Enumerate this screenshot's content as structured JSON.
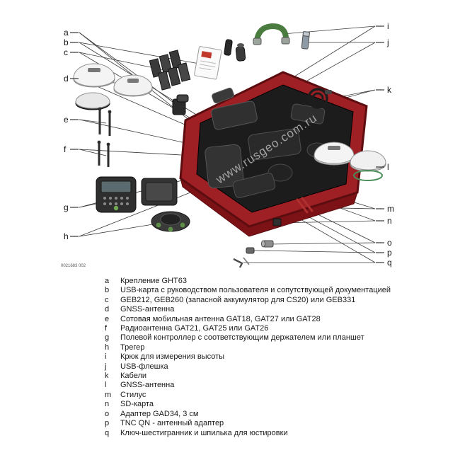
{
  "figure": {
    "number": "0021683 002",
    "watermark": "www.rusgeo.com.ru",
    "left_labels": [
      "a",
      "b",
      "c",
      "d",
      "e",
      "f",
      "g",
      "h"
    ],
    "right_labels": [
      "i",
      "j",
      "k",
      "l",
      "m",
      "n",
      "o",
      "p",
      "q"
    ],
    "colors": {
      "case_red": "#9e1f24",
      "case_red_dark": "#7c1216",
      "foam_black": "#1c1c1c",
      "hook_green": "#4a7c3f",
      "stylus_red": "#b03030"
    }
  },
  "legend": {
    "items": [
      {
        "key": "a",
        "text": "Крепление GHT63"
      },
      {
        "key": "b",
        "text": "USB-карта с руководством пользователя и сопутствующей документацией"
      },
      {
        "key": "c",
        "text": "GEB212, GEB260 (запасной аккумулятор для CS20) или GEB331"
      },
      {
        "key": "d",
        "text": "GNSS-антенна"
      },
      {
        "key": "e",
        "text": "Сотовая мобильная антенна GAT18, GAT27 или GAT28"
      },
      {
        "key": "f",
        "text": "Радиоантенна GAT21, GAT25 или GAT26"
      },
      {
        "key": "g",
        "text": "Полевой контроллер с соответствующим держателем или планшет"
      },
      {
        "key": "h",
        "text": "Трегер"
      },
      {
        "key": "i",
        "text": "Крюк для измерения высоты"
      },
      {
        "key": "j",
        "text": "USB-флешка"
      },
      {
        "key": "k",
        "text": "Кабели"
      },
      {
        "key": "l",
        "text": "GNSS-антенна"
      },
      {
        "key": "m",
        "text": "Стилус"
      },
      {
        "key": "n",
        "text": "SD-карта"
      },
      {
        "key": "o",
        "text": "Адаптер GAD34, 3 см"
      },
      {
        "key": "p",
        "text": "TNC QN - антенный адаптер"
      },
      {
        "key": "q",
        "text": "Ключ-шестигранник и шпилька для юстировки"
      }
    ]
  }
}
